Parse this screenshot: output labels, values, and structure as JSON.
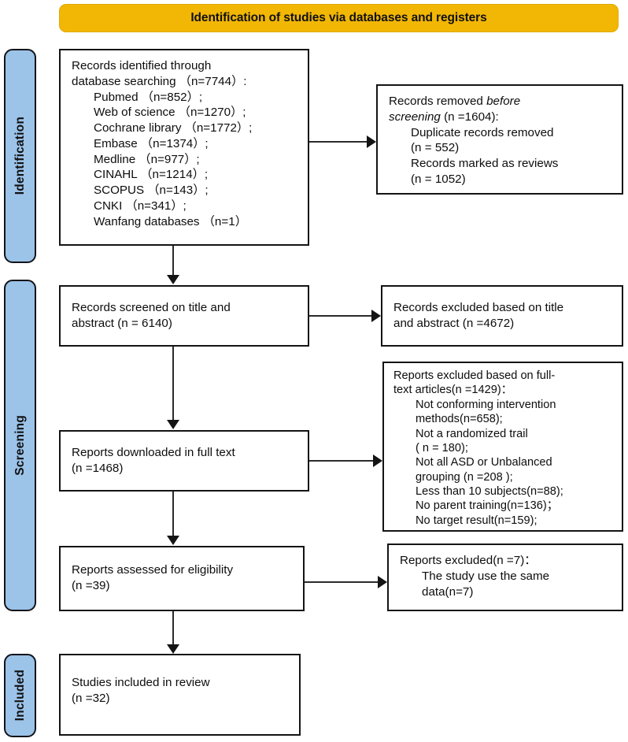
{
  "banner": {
    "title": "Identification of studies via databases and registers"
  },
  "stages": [
    {
      "id": "identification",
      "label": "Identification"
    },
    {
      "id": "screening",
      "label": "Screening"
    },
    {
      "id": "included",
      "label": "Included"
    }
  ],
  "colors": {
    "banner_fill": "#F2B705",
    "stage_fill": "#9CC3E8",
    "box_border": "#141414",
    "connector": "#2b2b2b",
    "text": "#0d0d0d"
  },
  "boxes": {
    "records_identified": {
      "lines": [
        {
          "text": "Records identified through",
          "indent": false
        },
        {
          "text": "database searching （n=7744）:",
          "indent": false
        },
        {
          "text": "Pubmed （n=852）;",
          "indent": true
        },
        {
          "text": "Web of science （n=1270）;",
          "indent": true
        },
        {
          "text": "Cochrane library （n=1772）;",
          "indent": true
        },
        {
          "text": "Embase （n=1374）;",
          "indent": true
        },
        {
          "text": "Medline （n=977）;",
          "indent": true
        },
        {
          "text": "CINAHL （n=1214）;",
          "indent": true
        },
        {
          "text": "SCOPUS （n=143）;",
          "indent": true
        },
        {
          "text": "CNKI （n=341）;",
          "indent": true
        },
        {
          "text": "Wanfang databases （n=1）",
          "indent": true
        }
      ]
    },
    "records_removed": {
      "lines": [
        {
          "text": "Records removed ",
          "indent": false,
          "trail_italic": "before"
        },
        {
          "text": "screening",
          "indent": false,
          "italic": true,
          "trail": " (n =1604):"
        },
        {
          "text": "Duplicate records removed",
          "indent": true
        },
        {
          "text": "(n = 552)",
          "indent": true
        },
        {
          "text": "Records marked as reviews",
          "indent": true
        },
        {
          "text": "(n = 1052)",
          "indent": true
        }
      ]
    },
    "records_screened": {
      "lines": [
        {
          "text": "Records screened on title and",
          "indent": false
        },
        {
          "text": "abstract (n = 6140)",
          "indent": false
        }
      ]
    },
    "records_excluded_title": {
      "lines": [
        {
          "text": "Records excluded based on title",
          "indent": false
        },
        {
          "text": "and abstract (n =4672)",
          "indent": false
        }
      ]
    },
    "reports_downloaded": {
      "lines": [
        {
          "text": "Reports downloaded in full text",
          "indent": false
        },
        {
          "text": "(n =1468)",
          "indent": false
        }
      ]
    },
    "reports_excluded_fulltext": {
      "lines": [
        {
          "text": "Reports excluded based on full-",
          "indent": false
        },
        {
          "text": "text articles(n =1429)：",
          "indent": false
        },
        {
          "text": "Not conforming intervention",
          "indent": true
        },
        {
          "text": "methods(n=658);",
          "indent": true
        },
        {
          "text": "Not a randomized trail",
          "indent": true
        },
        {
          "text": "( n = 180);",
          "indent": true
        },
        {
          "text": "Not all ASD or Unbalanced",
          "indent": true
        },
        {
          "text": "grouping (n =208 );",
          "indent": true
        },
        {
          "text": "Less than 10 subjects(n=88);",
          "indent": true
        },
        {
          "text": "No parent training(n=136)；",
          "indent": true
        },
        {
          "text": "No target result(n=159);",
          "indent": true
        }
      ]
    },
    "reports_assessed": {
      "lines": [
        {
          "text": "Reports assessed for eligibility",
          "indent": false
        },
        {
          "text": "(n =39)",
          "indent": false
        }
      ]
    },
    "reports_excluded_same_data": {
      "lines": [
        {
          "text": "Reports excluded(n =7)：",
          "indent": false
        },
        {
          "text": "The study use the same",
          "indent": true
        },
        {
          "text": "data(n=7)",
          "indent": true
        }
      ]
    },
    "studies_included": {
      "lines": [
        {
          "text": "Studies included in review",
          "indent": false
        },
        {
          "text": "(n =32)",
          "indent": false
        }
      ]
    }
  }
}
